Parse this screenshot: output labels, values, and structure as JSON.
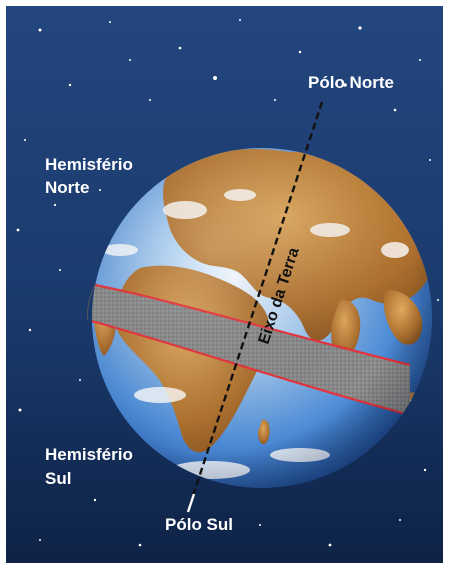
{
  "labels": {
    "north_pole": "Pólo Norte",
    "south_pole": "Pólo Sul",
    "axis": "Eixo da Terra",
    "north_hemisphere_line1": "Hemisfério",
    "north_hemisphere_line2": "Norte",
    "south_hemisphere_line1": "Hemisfério",
    "south_hemisphere_line2": "Sul"
  },
  "colors": {
    "space_top": "#1f3f73",
    "space_bottom": "#0f2347",
    "ocean_light": "#e9f4ff",
    "ocean_mid": "#5b97d9",
    "ocean_dark": "#123c86",
    "land": "#a86a2c",
    "land_light": "#d9a45a",
    "equator_band": "#8c8c8c",
    "tropic_line": "#e8323a",
    "axis_line": "#111111",
    "label": "#ffffff"
  }
}
